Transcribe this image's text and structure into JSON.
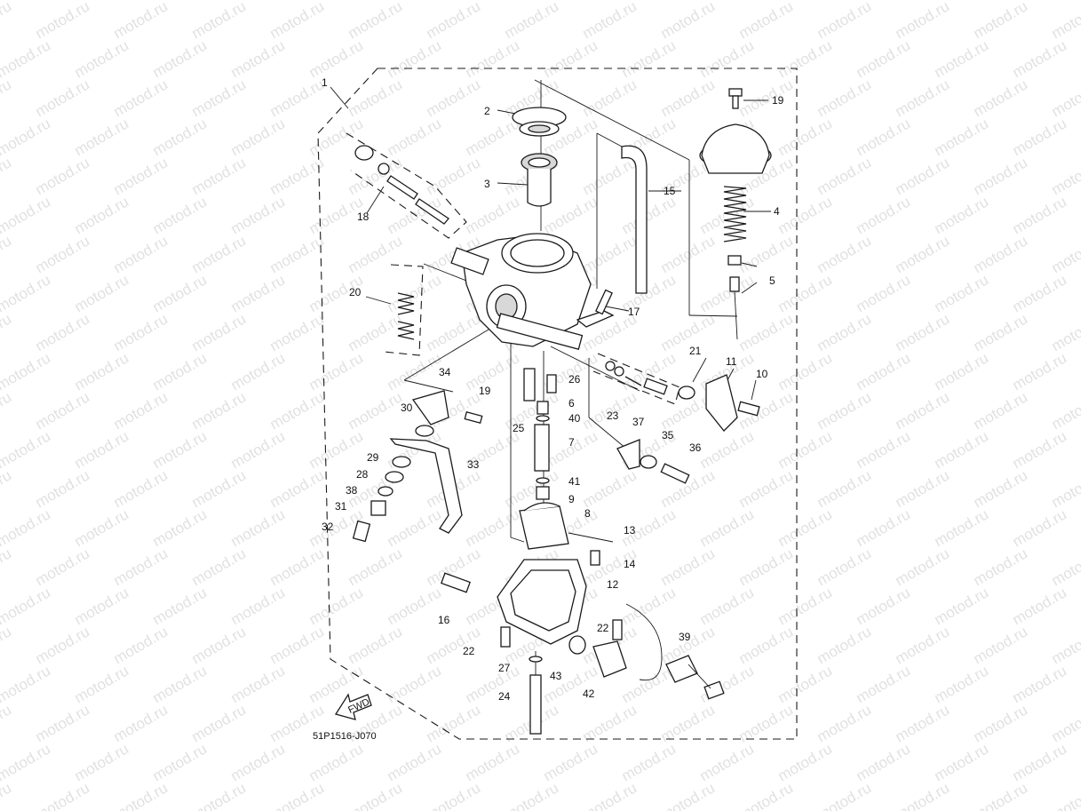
{
  "diagram": {
    "watermark_text": "motod.ru",
    "drawing_code": "51P1516-J070",
    "fwd_label": "FWD",
    "callouts": [
      {
        "id": "c1",
        "label": "1"
      },
      {
        "id": "c2",
        "label": "2"
      },
      {
        "id": "c3",
        "label": "3"
      },
      {
        "id": "c4",
        "label": "4"
      },
      {
        "id": "c5",
        "label": "5"
      },
      {
        "id": "c6",
        "label": "6"
      },
      {
        "id": "c7",
        "label": "7"
      },
      {
        "id": "c8",
        "label": "8"
      },
      {
        "id": "c9",
        "label": "9"
      },
      {
        "id": "c10",
        "label": "10"
      },
      {
        "id": "c11",
        "label": "11"
      },
      {
        "id": "c12",
        "label": "12"
      },
      {
        "id": "c13",
        "label": "13"
      },
      {
        "id": "c14",
        "label": "14"
      },
      {
        "id": "c15",
        "label": "15"
      },
      {
        "id": "c16",
        "label": "16"
      },
      {
        "id": "c17",
        "label": "17"
      },
      {
        "id": "c18",
        "label": "18"
      },
      {
        "id": "c19a",
        "label": "19"
      },
      {
        "id": "c19b",
        "label": "19"
      },
      {
        "id": "c20",
        "label": "20"
      },
      {
        "id": "c21",
        "label": "21"
      },
      {
        "id": "c22a",
        "label": "22"
      },
      {
        "id": "c22b",
        "label": "22"
      },
      {
        "id": "c23",
        "label": "23"
      },
      {
        "id": "c24",
        "label": "24"
      },
      {
        "id": "c25",
        "label": "25"
      },
      {
        "id": "c26",
        "label": "26"
      },
      {
        "id": "c27",
        "label": "27"
      },
      {
        "id": "c28",
        "label": "28"
      },
      {
        "id": "c29",
        "label": "29"
      },
      {
        "id": "c30",
        "label": "30"
      },
      {
        "id": "c31",
        "label": "31"
      },
      {
        "id": "c32",
        "label": "32"
      },
      {
        "id": "c33",
        "label": "33"
      },
      {
        "id": "c34",
        "label": "34"
      },
      {
        "id": "c35",
        "label": "35"
      },
      {
        "id": "c36",
        "label": "36"
      },
      {
        "id": "c37",
        "label": "37"
      },
      {
        "id": "c38",
        "label": "38"
      },
      {
        "id": "c39",
        "label": "39"
      },
      {
        "id": "c40",
        "label": "40"
      },
      {
        "id": "c41",
        "label": "41"
      },
      {
        "id": "c42",
        "label": "42"
      },
      {
        "id": "c43",
        "label": "43"
      }
    ]
  }
}
